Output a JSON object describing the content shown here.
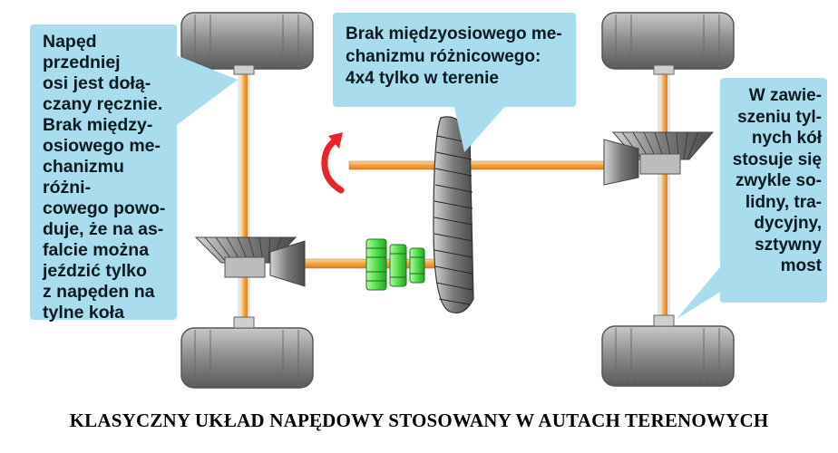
{
  "callouts": {
    "left": "Napęd przedniej\nosi jest dołą-\nczany ręcznie.\nBrak między-\nosiowego me-\nchanizmu różni-\ncowego powo-\nduje, że na as-\nfalcie można\njeździć tylko\nz napęden na\ntylne koła",
    "top": "Brak międzyosiowego me-\nchanizmu różnicowego:\n4x4 tylko w terenie",
    "right": "W zawie-\nszeniu tyl-\nnych kół\nstosuje się\nzwykle so-\nlidny, tra-\ndycyjny,\nsztywny\nmost"
  },
  "caption": "KLASYCZNY UKŁAD NAPĘDOWY STOSOWANY W AUTACH TERENOWYCH",
  "colors": {
    "callout_bg": "#a9dced",
    "shaft": "#f3a23a",
    "tire": "#8e8e8e",
    "gear": "#7a7a7a",
    "transfer_gear": "#52e04a",
    "rotation_arrow": "#e8242a"
  },
  "icons": [
    "rotation-arrow-icon"
  ]
}
